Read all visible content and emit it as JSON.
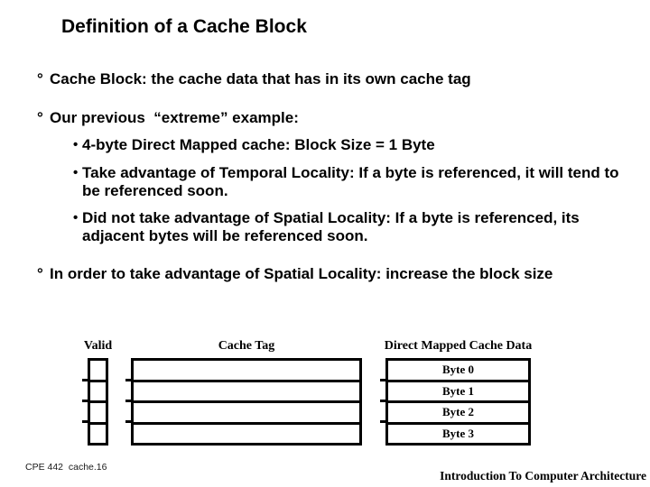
{
  "slide": {
    "title": "Definition of a Cache Block",
    "bullets": [
      {
        "marker": "°",
        "level": 1,
        "text": "Cache Block: the cache data that has in its own cache tag"
      },
      {
        "marker": "°",
        "level": 1,
        "text": "Our previous  “extreme” example:"
      },
      {
        "marker": "•",
        "level": 2,
        "text": "4-byte Direct Mapped cache: Block Size = 1 Byte"
      },
      {
        "marker": "•",
        "level": 2,
        "text": "Take advantage of Temporal Locality: If a byte is referenced, it will tend to be referenced soon."
      },
      {
        "marker": "•",
        "level": 2,
        "text": "Did not take advantage of Spatial Locality: If a byte is referenced, its adjacent bytes will be referenced soon."
      },
      {
        "marker": "°",
        "level": 1,
        "text": "In order to take advantage of Spatial Locality: increase the block size"
      }
    ]
  },
  "diagram": {
    "columns": [
      {
        "label": "Valid",
        "rows": [
          "",
          "",
          "",
          ""
        ]
      },
      {
        "label": "Cache Tag",
        "rows": [
          "",
          "",
          "",
          ""
        ]
      },
      {
        "label": "Direct Mapped Cache Data",
        "rows": [
          "Byte 0",
          "Byte 1",
          "Byte 2",
          "Byte 3"
        ]
      }
    ]
  },
  "footer": {
    "left": "CPE 442  cache.16",
    "right": "Introduction To Computer Architecture"
  },
  "colors": {
    "background": "#ffffff",
    "text": "#000000",
    "box_border": "#000000"
  }
}
